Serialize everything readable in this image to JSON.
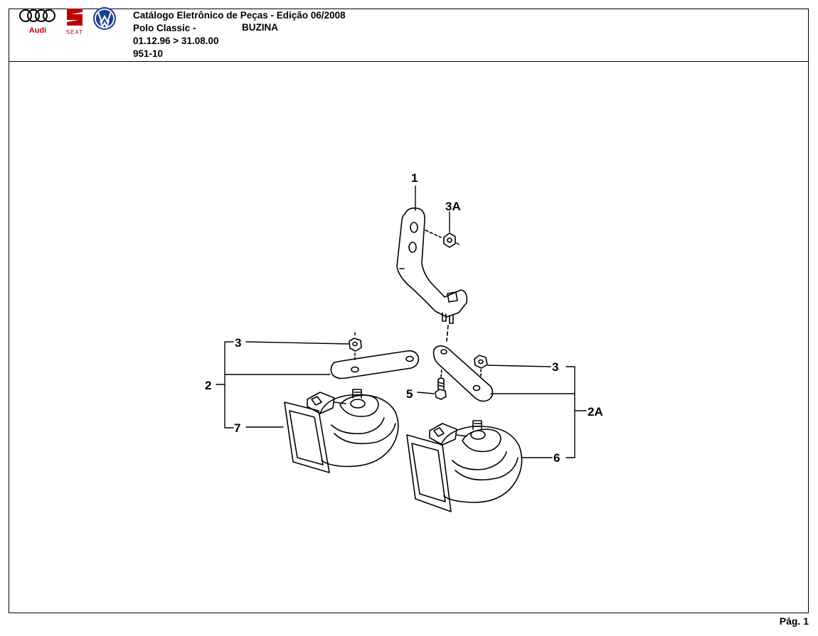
{
  "header": {
    "catalog_title": "Catálogo Eletrônico de Peças - Edição 06/2008",
    "model": "Polo Classic -",
    "group_name": "BUZINA",
    "date_range": "01.12.96 > 31.08.00",
    "illustration_code": "951-10"
  },
  "logos": {
    "audi": "Audi",
    "seat": "SEAT",
    "vw": "VW"
  },
  "callouts": {
    "c1": "1",
    "c3a": "3A",
    "c3_left": "3",
    "c2": "2",
    "c7": "7",
    "c5": "5",
    "c3_right": "3",
    "c2a": "2A",
    "c6": "6"
  },
  "footer": {
    "page_label": "Pág. 1"
  }
}
